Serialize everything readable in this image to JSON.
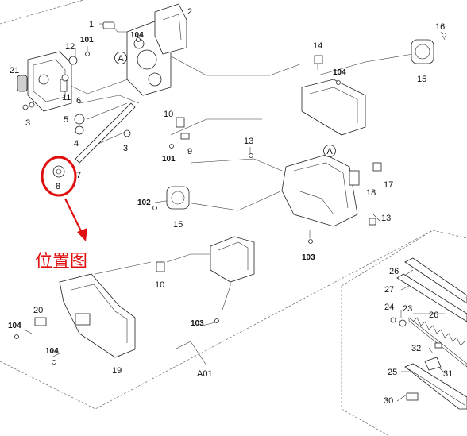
{
  "callouts": {
    "c1": "1",
    "c2": "2",
    "c3a": "3",
    "c3b": "3",
    "c4": "4",
    "c5": "5",
    "c6": "6",
    "c7": "7",
    "c8": "8",
    "c9": "9",
    "c10a": "10",
    "c10b": "10",
    "c11": "11",
    "c12": "12",
    "c13a": "13",
    "c13b": "13",
    "c14": "14",
    "c15a": "15",
    "c15b": "15",
    "c16": "16",
    "c17": "17",
    "c18": "18",
    "c19": "19",
    "c20": "20",
    "c21": "21",
    "c23": "23",
    "c24": "24",
    "c25": "25",
    "c26a": "26",
    "c26b": "26",
    "c27": "27",
    "c30": "30",
    "c31": "31",
    "c32": "32",
    "s101a": "101",
    "s101b": "101",
    "s102": "102",
    "s103a": "103",
    "s103b": "103",
    "s104a": "104",
    "s104b": "104",
    "s104c": "104",
    "s104d": "104"
  },
  "markers": {
    "a1": "A",
    "a2": "A"
  },
  "assembly_label": "A01",
  "annotation": {
    "text": "位置图",
    "color": "#e01010",
    "target": "8"
  }
}
